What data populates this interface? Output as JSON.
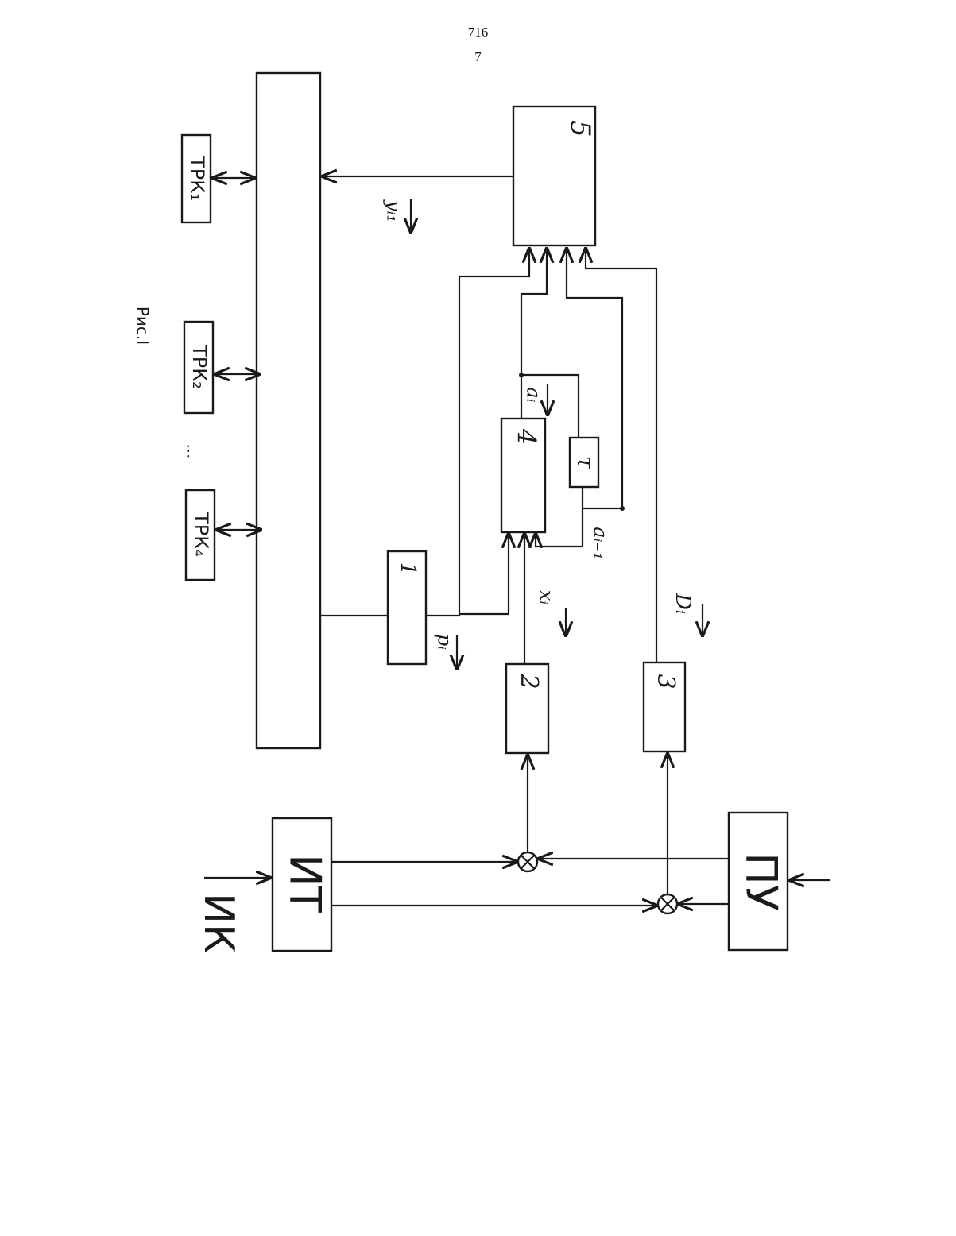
{
  "page": {
    "number": "716",
    "sheet": "7",
    "figure_caption": "Рис.I"
  },
  "blocks": {
    "b1": "1",
    "b2": "2",
    "b3": "3",
    "b4": "4",
    "b5": "5",
    "tau": "τ",
    "it": "ИТ",
    "pu": "ПУ",
    "trk1": "ТРК₁",
    "trk2": "ТРК₂",
    "trk4": "ТРК₄",
    "dots": "..."
  },
  "signals": {
    "y": "yᵢ₁",
    "p": "pᵢ",
    "x": "xᵢ",
    "d": "Dᵢ",
    "a": "aᵢ",
    "a_prev": "aᵢ₋₁",
    "ik": "ИК"
  }
}
